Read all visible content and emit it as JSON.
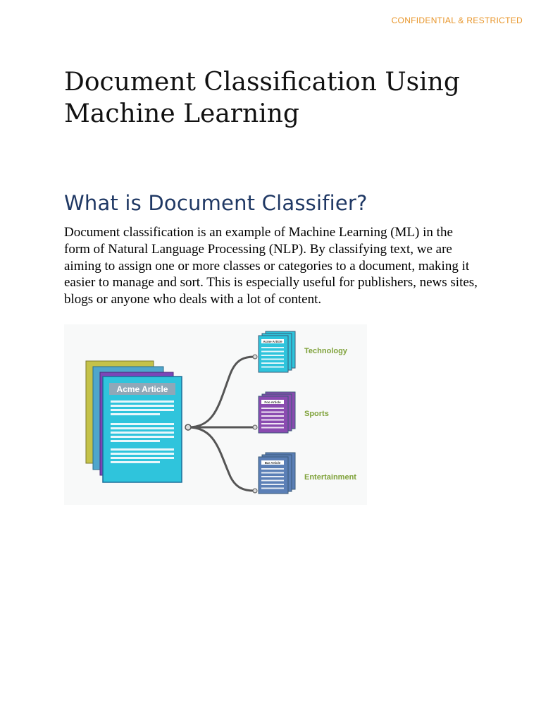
{
  "header": {
    "confidential_label": "CONFIDENTIAL & RESTRICTED"
  },
  "document": {
    "title": "Document Classification Using Machine Learning",
    "section_heading": "What is Document Classifier?",
    "paragraph": "Document classification is an example of Machine Learning (ML) in the form of Natural Language Processing (NLP). By classifying text, we are aiming to assign one or more classes or categories to a document, making it easier to manage and sort. This is especially useful for publishers, news sites, blogs or anyone who deals with a lot of content."
  },
  "figure": {
    "source_doc_label": "Acme Article",
    "categories": [
      {
        "label": "Technology",
        "doc_label": "Acme Article",
        "color": "#2fc4dc"
      },
      {
        "label": "Sports",
        "doc_label": "Foo Article",
        "color": "#8a4bb0"
      },
      {
        "label": "Entertainment",
        "doc_label": "Bar Article",
        "color": "#5b7fb6"
      }
    ],
    "colors": {
      "stack_back": "#c4c24a",
      "stack_mid1": "#4fa6cc",
      "stack_mid2": "#7b47b8",
      "front_doc": "#2fc4dc",
      "front_doc_border": "#1b6f9a",
      "lines": "#888888",
      "connector": "#555555",
      "label_green": "#7fa23a"
    }
  }
}
